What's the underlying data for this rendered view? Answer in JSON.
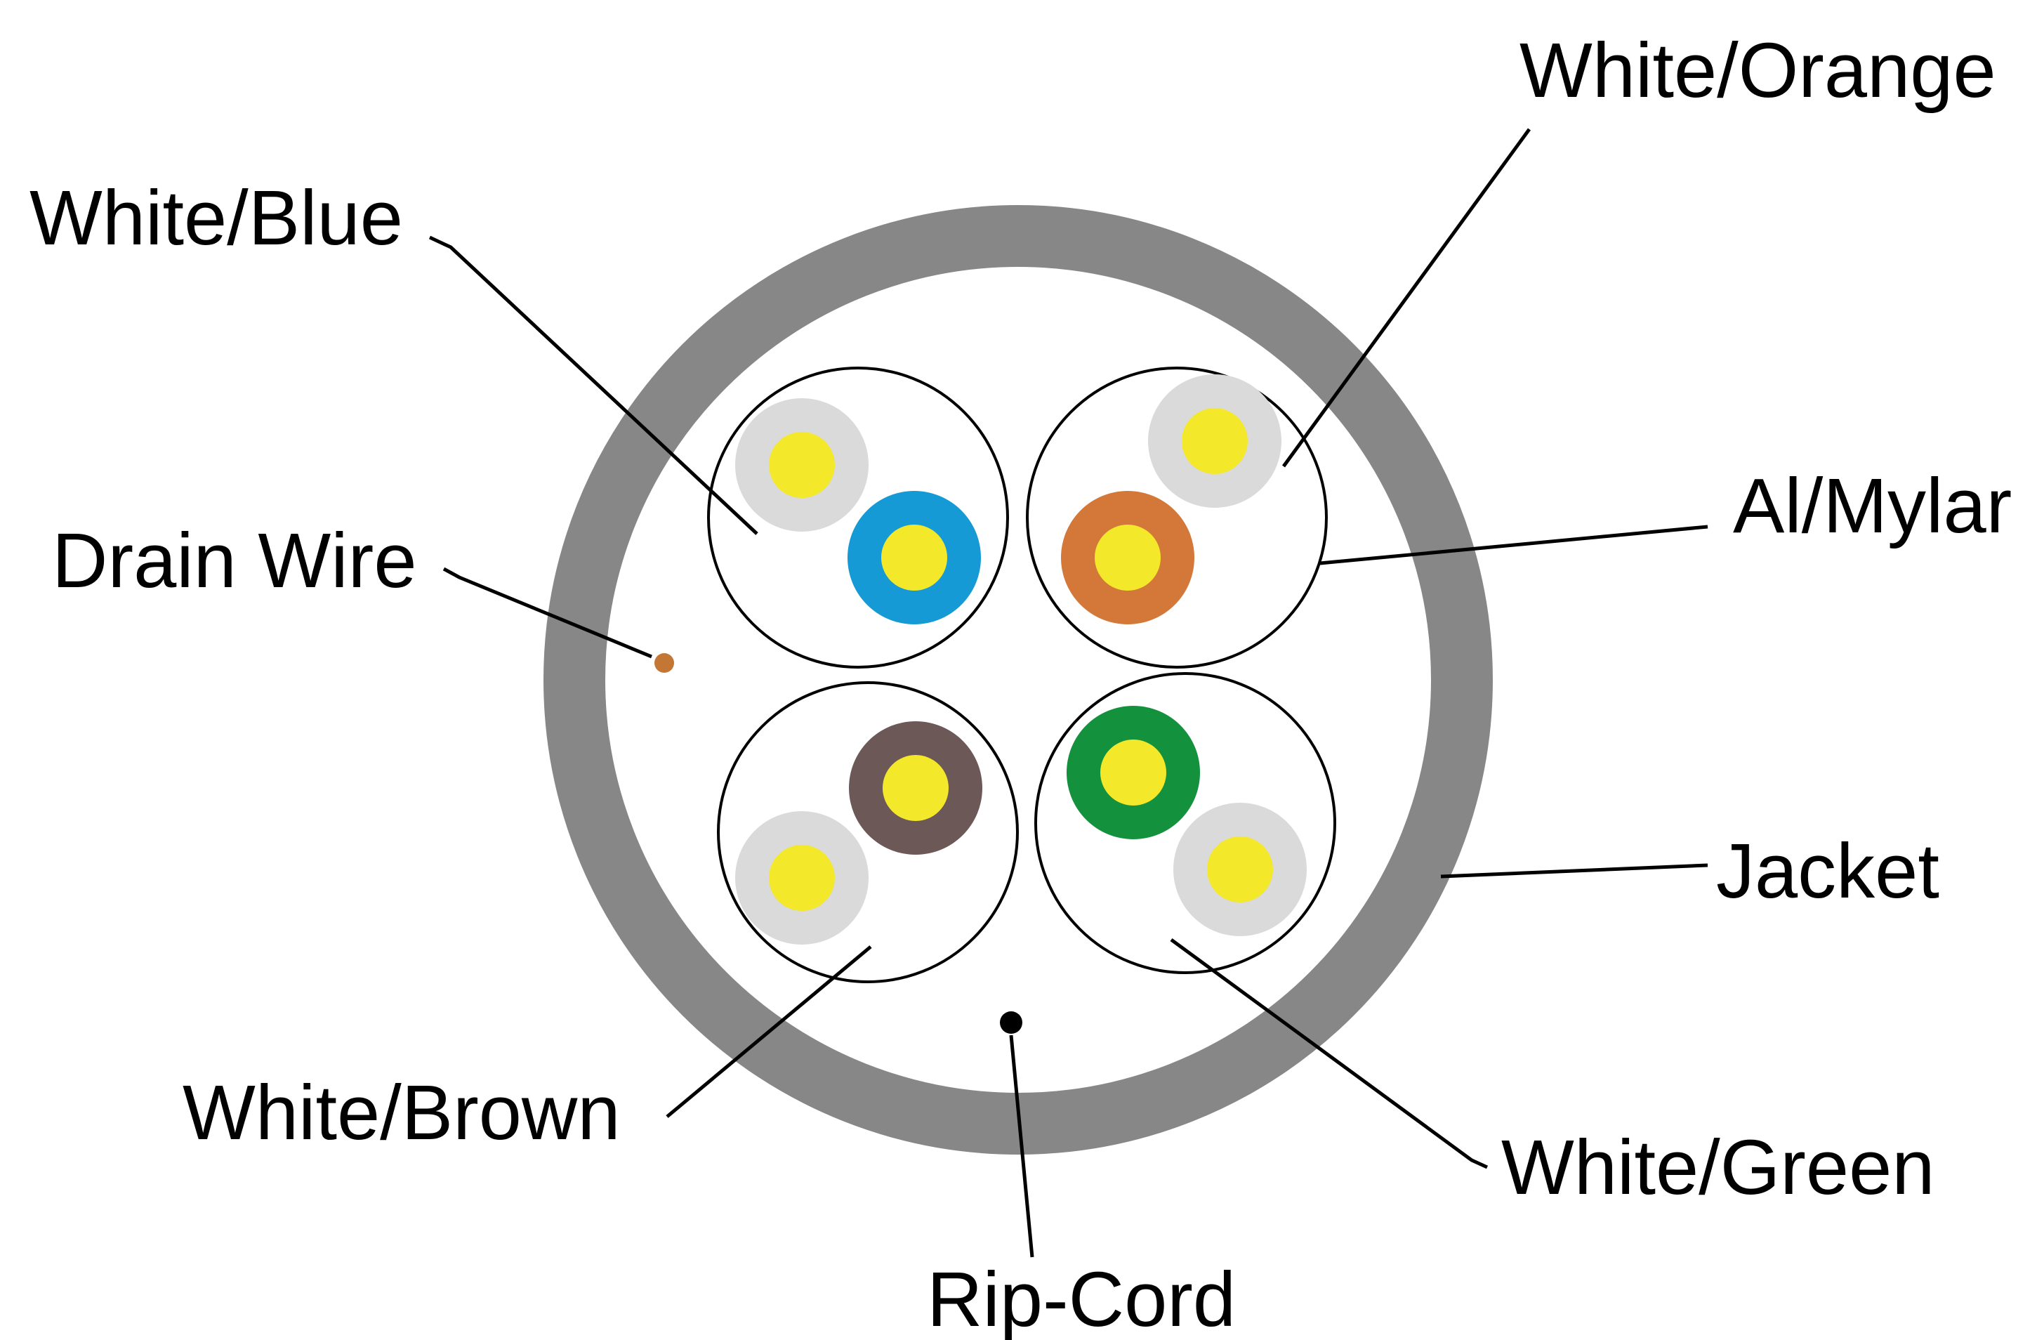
{
  "labels": {
    "white_orange": "White/Orange",
    "white_blue": "White/Blue",
    "drain_wire": "Drain Wire",
    "al_mylar": "Al/Mylar",
    "jacket": "Jacket",
    "white_brown": "White/Brown",
    "white_green": "White/Green",
    "rip_cord": "Rip-Cord"
  },
  "colors": {
    "jacket": "#878787",
    "insulation_white": "#dadada",
    "conductor": "#f3e82a",
    "blue": "#159ad6",
    "orange": "#d4783a",
    "brown": "#6d5858",
    "green": "#14913d",
    "drain_wire": "#c47634",
    "rip_cord": "#000000",
    "leader_line": "#000000"
  }
}
